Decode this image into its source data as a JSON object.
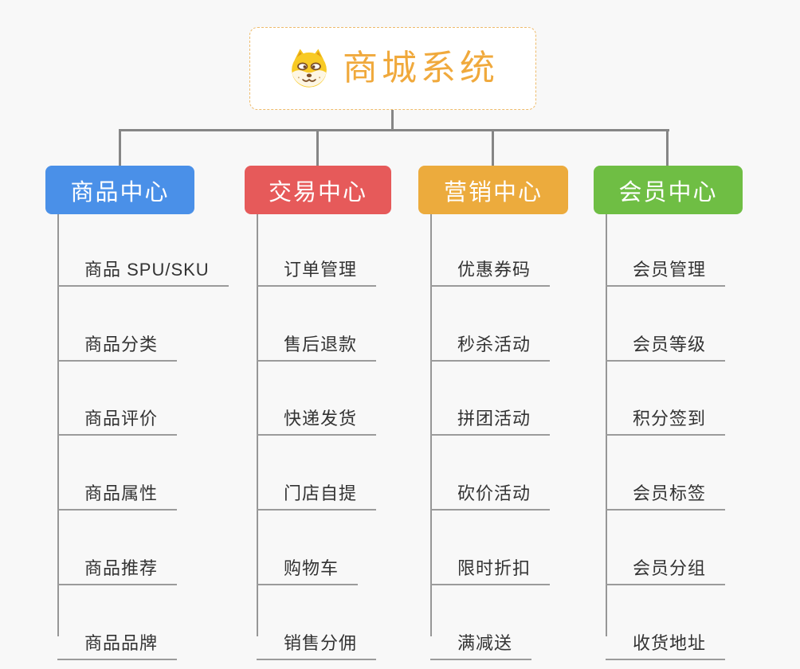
{
  "root": {
    "title": "商城系统",
    "icon": "dog-face-icon",
    "title_color": "#f0a93c",
    "border_color": "#eebb6b",
    "background": "#ffffff"
  },
  "branches": [
    {
      "label": "商品中心",
      "color": "#4a90e8",
      "children": [
        "商品 SPU/SKU",
        "商品分类",
        "商品评价",
        "商品属性",
        "商品推荐",
        "商品品牌"
      ]
    },
    {
      "label": "交易中心",
      "color": "#e65a5a",
      "children": [
        "订单管理",
        "售后退款",
        "快递发货",
        "门店自提",
        "购物车",
        "销售分佣"
      ]
    },
    {
      "label": "营销中心",
      "color": "#ecab3d",
      "children": [
        "优惠券码",
        "秒杀活动",
        "拼团活动",
        "砍价活动",
        "限时折扣",
        "满减送"
      ]
    },
    {
      "label": "会员中心",
      "color": "#6fbe44",
      "children": [
        "会员管理",
        "会员等级",
        "积分签到",
        "会员标签",
        "会员分组",
        "收货地址"
      ]
    }
  ],
  "colors": {
    "page_background": "#f8f8f8",
    "connector": "#868686",
    "child_underline": "#9b9b9b",
    "child_text": "#333333",
    "branch_text": "#ffffff"
  }
}
